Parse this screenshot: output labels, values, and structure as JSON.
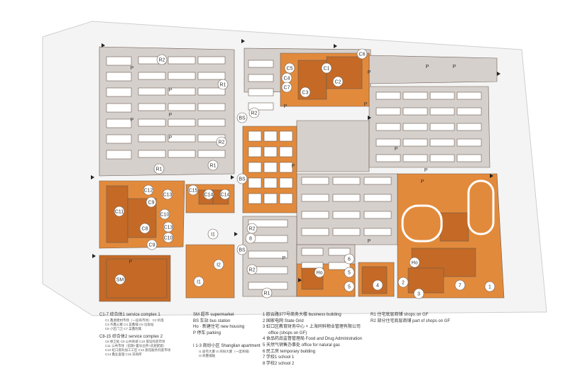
{
  "map": {
    "colors": {
      "road": "#f4f4f4",
      "block": "#d6d0cc",
      "building": "#ffffff",
      "commercial": "#e28a3c",
      "commercial_dark": "#c46a26",
      "outline": "#6b5a4f",
      "label_circle": "#ffffff"
    },
    "labels": {
      "R1": "R1",
      "R2": "R2",
      "P": "P",
      "BS": "BS",
      "Ho": "Ho",
      "SM": "SM",
      "C1": "C1",
      "C2": "C2",
      "C3": "C3",
      "C4": "C4",
      "C5": "C5",
      "C6": "C6",
      "C7": "C7",
      "C8": "C8",
      "C9": "C9",
      "C10": "C10",
      "C11": "C11",
      "C12": "C12",
      "C13": "C13",
      "C14": "C14",
      "C15": "C15",
      "I1": "I1",
      "I2": "I2",
      "n1": "1",
      "n2": "2",
      "n3": "3",
      "n4": "4",
      "n5": "5",
      "n6": "6",
      "n7": "7",
      "n8": "8"
    }
  },
  "legend": {
    "col1": {
      "c17": "C1-7  综合体1  service complex 1",
      "c17_sub1": "C1 鑫源建材市场（一层商市场）  C2 机电",
      "c17_sub2": "C3 齐鑫公寓  C4 菜鑫铺  C5 垃圾站",
      "c17_sub3": "C6 小区门卫  C7 菜鑫附属",
      "c815": "C8-15  综合体2  service complex 2",
      "c815_sub1": "C8 保卫处  C9 公共商城  C10 旅馆托底市场",
      "c815_sub2": "C11 公共市场（前期+置号业所+房屋配套）",
      "c815_sub3": "C12 虹口底料加工工区  C13 旅馆服务托底市场",
      "c815_sub4": "C14 鑫业查理  C15 非商所"
    },
    "col2": {
      "sm": "SM  超市  supermarket",
      "bs": "BS  车站  bus station",
      "ho": "Ho · 新建住宅  new housing",
      "p": "P  停车  parking",
      "i13": "I 1-3  商纷小区  Shanglian apartment",
      "i13_sub1": "I1 居宅大厦  I2 商纷大厦（一度商铺）",
      "i13_sub2": "I3 商鑫铺轴"
    },
    "col3": {
      "l1": "1  欧云路377号商务大楼  business building",
      "l2": "2  国家电网  State Grid",
      "l3": "3  虹口区教育财务中心 + 上海同科物业管理有限公司",
      "l3b": "office (shops on GF)",
      "l4": "4  食品药品监督管理局  Food and Drug Administration",
      "l5": "5  天然气销售办事处  office for natural gas",
      "l6": "6  民工房  temporary building",
      "l7": "7  学校1  school 1",
      "l8": "8  学校2  school 2"
    },
    "col4": {
      "r1": "R1  住宅底层商铺  shops on GF",
      "r2": "R2  部分住宅底层商铺  part of shops on GF"
    }
  }
}
